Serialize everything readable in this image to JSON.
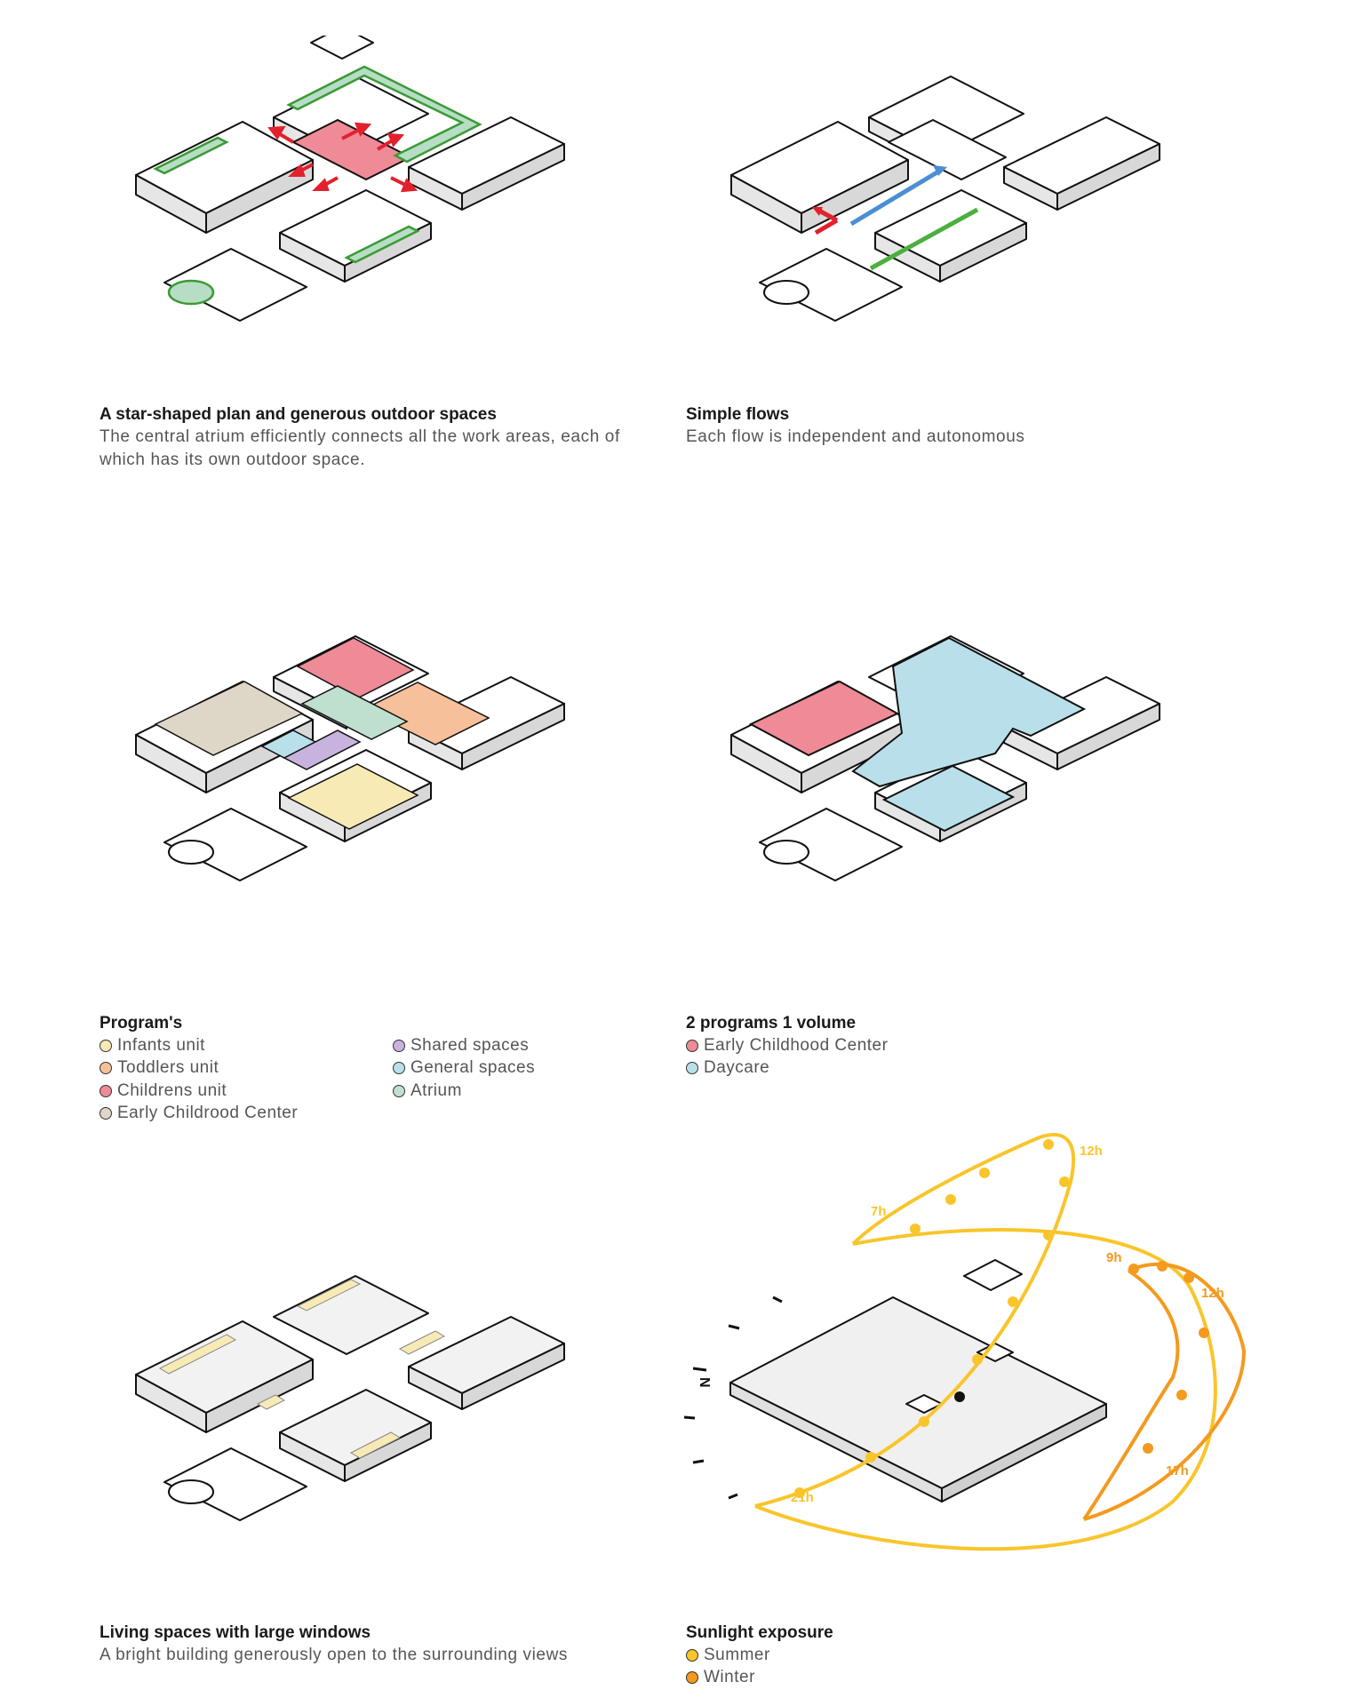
{
  "panels": [
    {
      "title": "A star-shaped plan and generous outdoor spaces",
      "text": "The central atrium efficiently connects all the work areas, each of which has its own outdoor space."
    },
    {
      "title": "Simple flows",
      "text": "Each flow is independent and autonomous"
    },
    {
      "title": "Program's",
      "legend": [
        {
          "label": "Infants unit",
          "color": "#f8eab5"
        },
        {
          "label": "Toddlers unit",
          "color": "#f6c19a"
        },
        {
          "label": "Childrens unit",
          "color": "#ee8b97"
        },
        {
          "label": "Early Childrood Center",
          "color": "#ded6c7"
        },
        {
          "label": "Shared spaces",
          "color": "#c8b3de"
        },
        {
          "label": "General spaces",
          "color": "#b9e0ea"
        },
        {
          "label": "Atrium",
          "color": "#bfe0cf"
        }
      ]
    },
    {
      "title": "2 programs 1 volume",
      "legend": [
        {
          "label": "Early Childhood Center",
          "color": "#ee8b97"
        },
        {
          "label": "Daycare",
          "color": "#b9e0ea"
        }
      ]
    },
    {
      "title": "Living spaces with large windows",
      "text": "A bright building generously open to the surrounding views"
    },
    {
      "title": "Sunlight exposure",
      "legend": [
        {
          "label": "Summer",
          "color": "#f9c52a"
        },
        {
          "label": "Winter",
          "color": "#f39a1f"
        }
      ]
    }
  ],
  "sun": {
    "summer_labels": [
      "7h",
      "12h",
      "21h"
    ],
    "winter_labels": [
      "9h",
      "12h",
      "17h"
    ],
    "north": "N"
  },
  "colors": {
    "outdoor_green": "#3a9a35",
    "flow_red": "#e2212c",
    "flow_blue": "#4a8fd4",
    "flow_green": "#4caf3f",
    "summer": "#f9c52a",
    "winter": "#f39a1f",
    "wall": "#e8e8e8",
    "floor": "#ffffff"
  }
}
